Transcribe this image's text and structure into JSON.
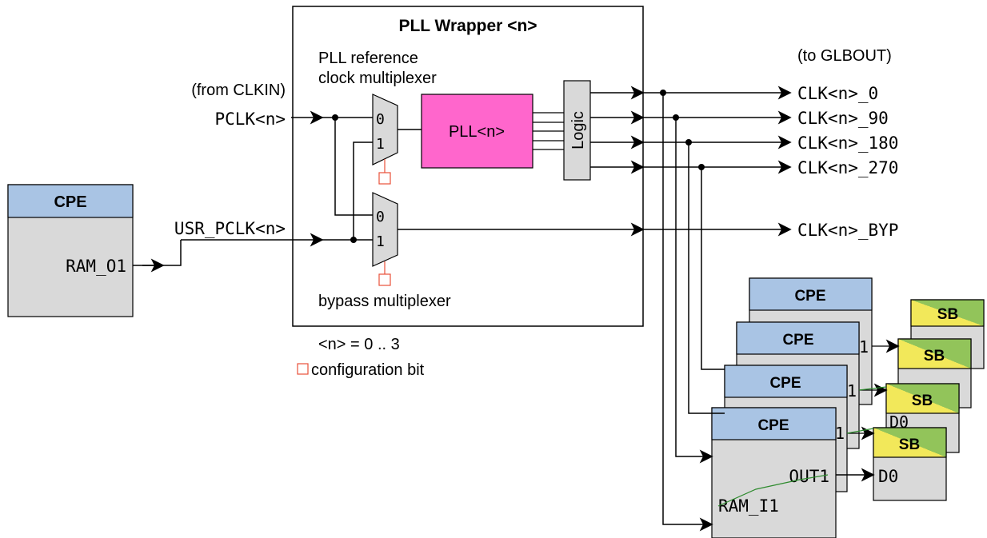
{
  "wrapper": {
    "title": "PLL Wrapper <n>"
  },
  "labels": {
    "ref_mux": [
      "PLL reference",
      "clock multiplexer"
    ],
    "bypass_mux": "bypass multiplexer",
    "from_clkin": "(from CLKIN)",
    "to_glbout": "(to GLBOUT)",
    "n_range": "<n> = 0 .. 3",
    "config_bit": "configuration bit"
  },
  "pll": {
    "label": "PLL<n>"
  },
  "logic": {
    "label": "Logic"
  },
  "mux": {
    "in0": "0",
    "in1": "1"
  },
  "inputs": {
    "pclk": "PCLK<n>",
    "usr_pclk": "USR_PCLK<n>"
  },
  "outputs": [
    "CLK<n>_0",
    "CLK<n>_90",
    "CLK<n>_180",
    "CLK<n>_270",
    "CLK<n>_BYP"
  ],
  "cpe": {
    "title": "CPE",
    "ram_o1": "RAM_O1",
    "out1": "OUT1",
    "ram_i1": "RAM_I1",
    "peek_1": "1",
    "peek_2": "1",
    "peek_3": "1"
  },
  "sb": {
    "title": "SB",
    "d0": "D0",
    "peek_d0a": "D0",
    "peek_d0b": "D0"
  },
  "colors": {
    "pll_fill": "#ff66cc",
    "cpe_header": "#a9c4e4",
    "block_fill": "#d9d9d9",
    "sb_yellow": "#f2e85a",
    "sb_green": "#92c45a",
    "config_bit": "#e8503a",
    "green_wire": "#2e8b2e"
  }
}
